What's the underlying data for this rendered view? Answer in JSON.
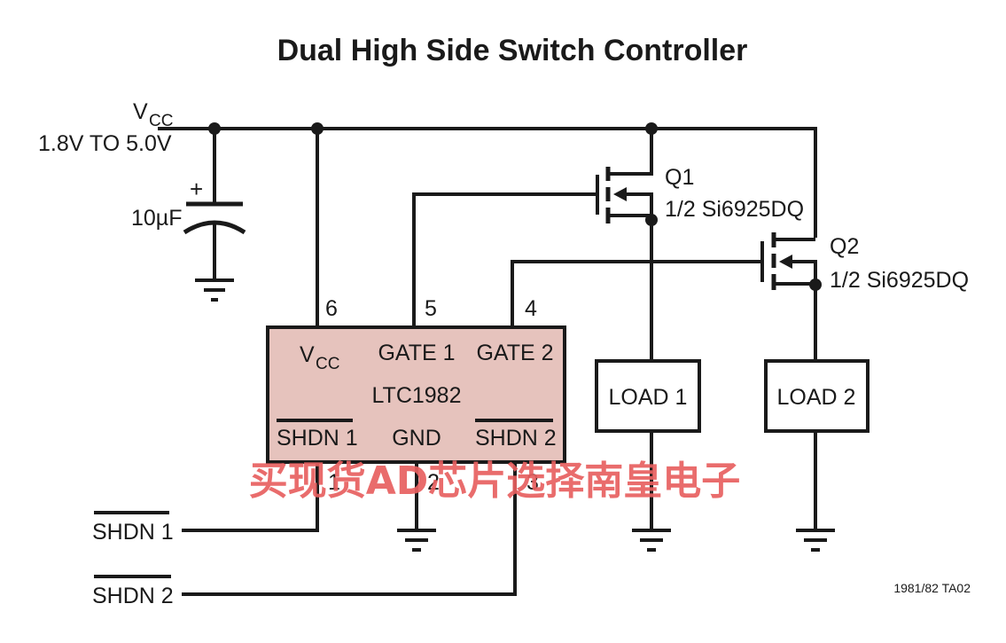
{
  "title": "Dual High Side Switch Controller",
  "vcc": {
    "label_main": "V",
    "label_sub": "CC",
    "range": "1.8V TO 5.0V"
  },
  "capacitor": {
    "value": "10µF",
    "polarity": "+"
  },
  "ic": {
    "name": "LTC1982",
    "fill_color": "#e6c3bd",
    "pins": {
      "vcc": {
        "main": "V",
        "sub": "CC",
        "number": "6"
      },
      "gate1": {
        "label": "GATE 1",
        "number": "5"
      },
      "gate2": {
        "label": "GATE 2",
        "number": "4"
      },
      "shdn1": {
        "label": "SHDN 1",
        "number": "1"
      },
      "gnd": {
        "label": "GND",
        "number": "2"
      },
      "shdn2": {
        "label": "SHDN 2",
        "number": "3"
      }
    }
  },
  "transistors": {
    "q1": {
      "name": "Q1",
      "part": "1/2 Si6925DQ"
    },
    "q2": {
      "name": "Q2",
      "part": "1/2 Si6925DQ"
    }
  },
  "loads": {
    "load1": "LOAD 1",
    "load2": "LOAD 2"
  },
  "inputs": {
    "shdn1": "SHDN 1",
    "shdn2": "SHDN 2"
  },
  "figure_id": "1981/82 TA02",
  "watermark": "买现货AD芯片选择南皇电子"
}
